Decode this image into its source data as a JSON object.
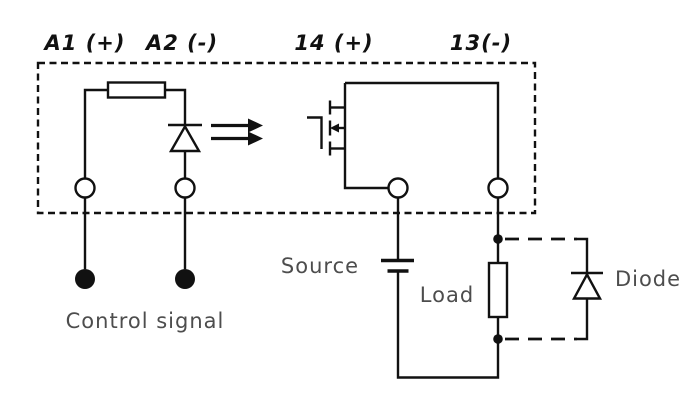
{
  "diagram": {
    "type": "circuit-schematic",
    "colors": {
      "background": "#ffffff",
      "circuit": "#111111",
      "annotation_text": "#4d4d4d"
    },
    "pin_labels": [
      {
        "id": "A1",
        "label": "A1 (+)"
      },
      {
        "id": "A2",
        "label": "A2 (-)"
      },
      {
        "id": "14",
        "label": "14 (+)"
      },
      {
        "id": "13",
        "label": "13(-)"
      }
    ],
    "annotations": {
      "control_signal": "Control signal",
      "source": "Source",
      "load": "Load",
      "diode": "Diode"
    },
    "symbols": [
      "relay-dashed-enclosure",
      "input-resistor",
      "led-emitter",
      "light-emission-arrows",
      "output-mosfet",
      "terminal-circles",
      "control-signal-plugs",
      "source-battery",
      "load-resistor",
      "flyback-diode"
    ]
  }
}
